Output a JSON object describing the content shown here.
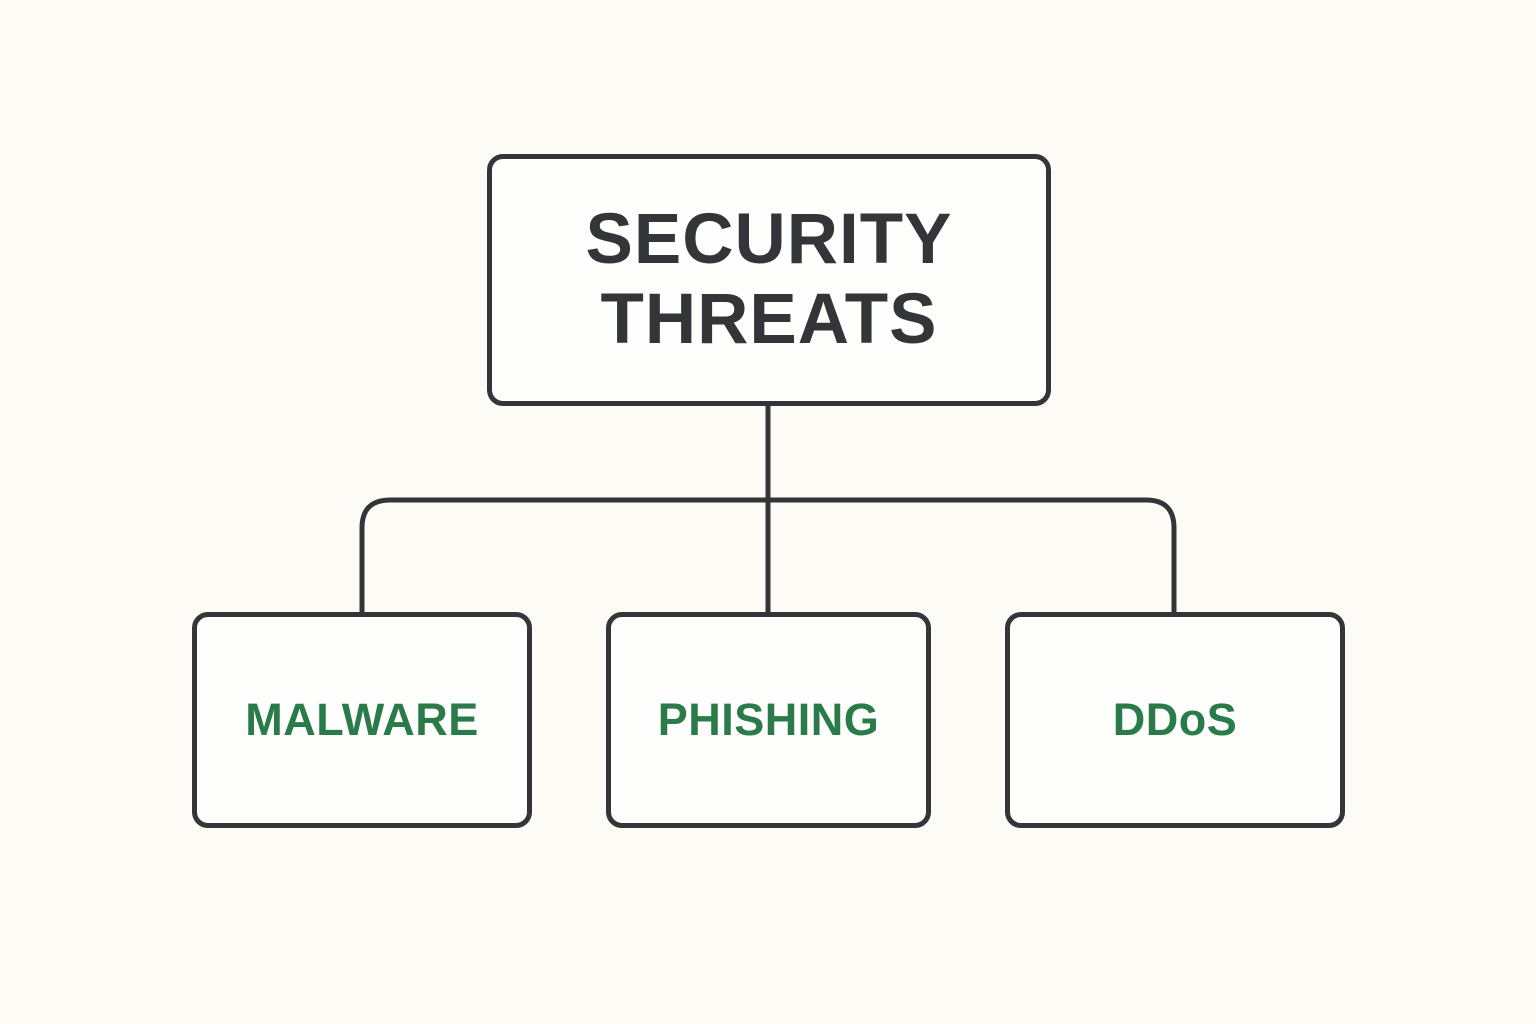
{
  "diagram": {
    "root": {
      "line1": "SECURITY",
      "line2": "THREATS"
    },
    "children": [
      {
        "label": "MALWARE"
      },
      {
        "label": "PHISHING"
      },
      {
        "label": "DDoS"
      }
    ]
  },
  "colors": {
    "background": "#fcfbf6",
    "stroke": "#333538",
    "root_text": "#333538",
    "child_text": "#2a7a4a"
  }
}
